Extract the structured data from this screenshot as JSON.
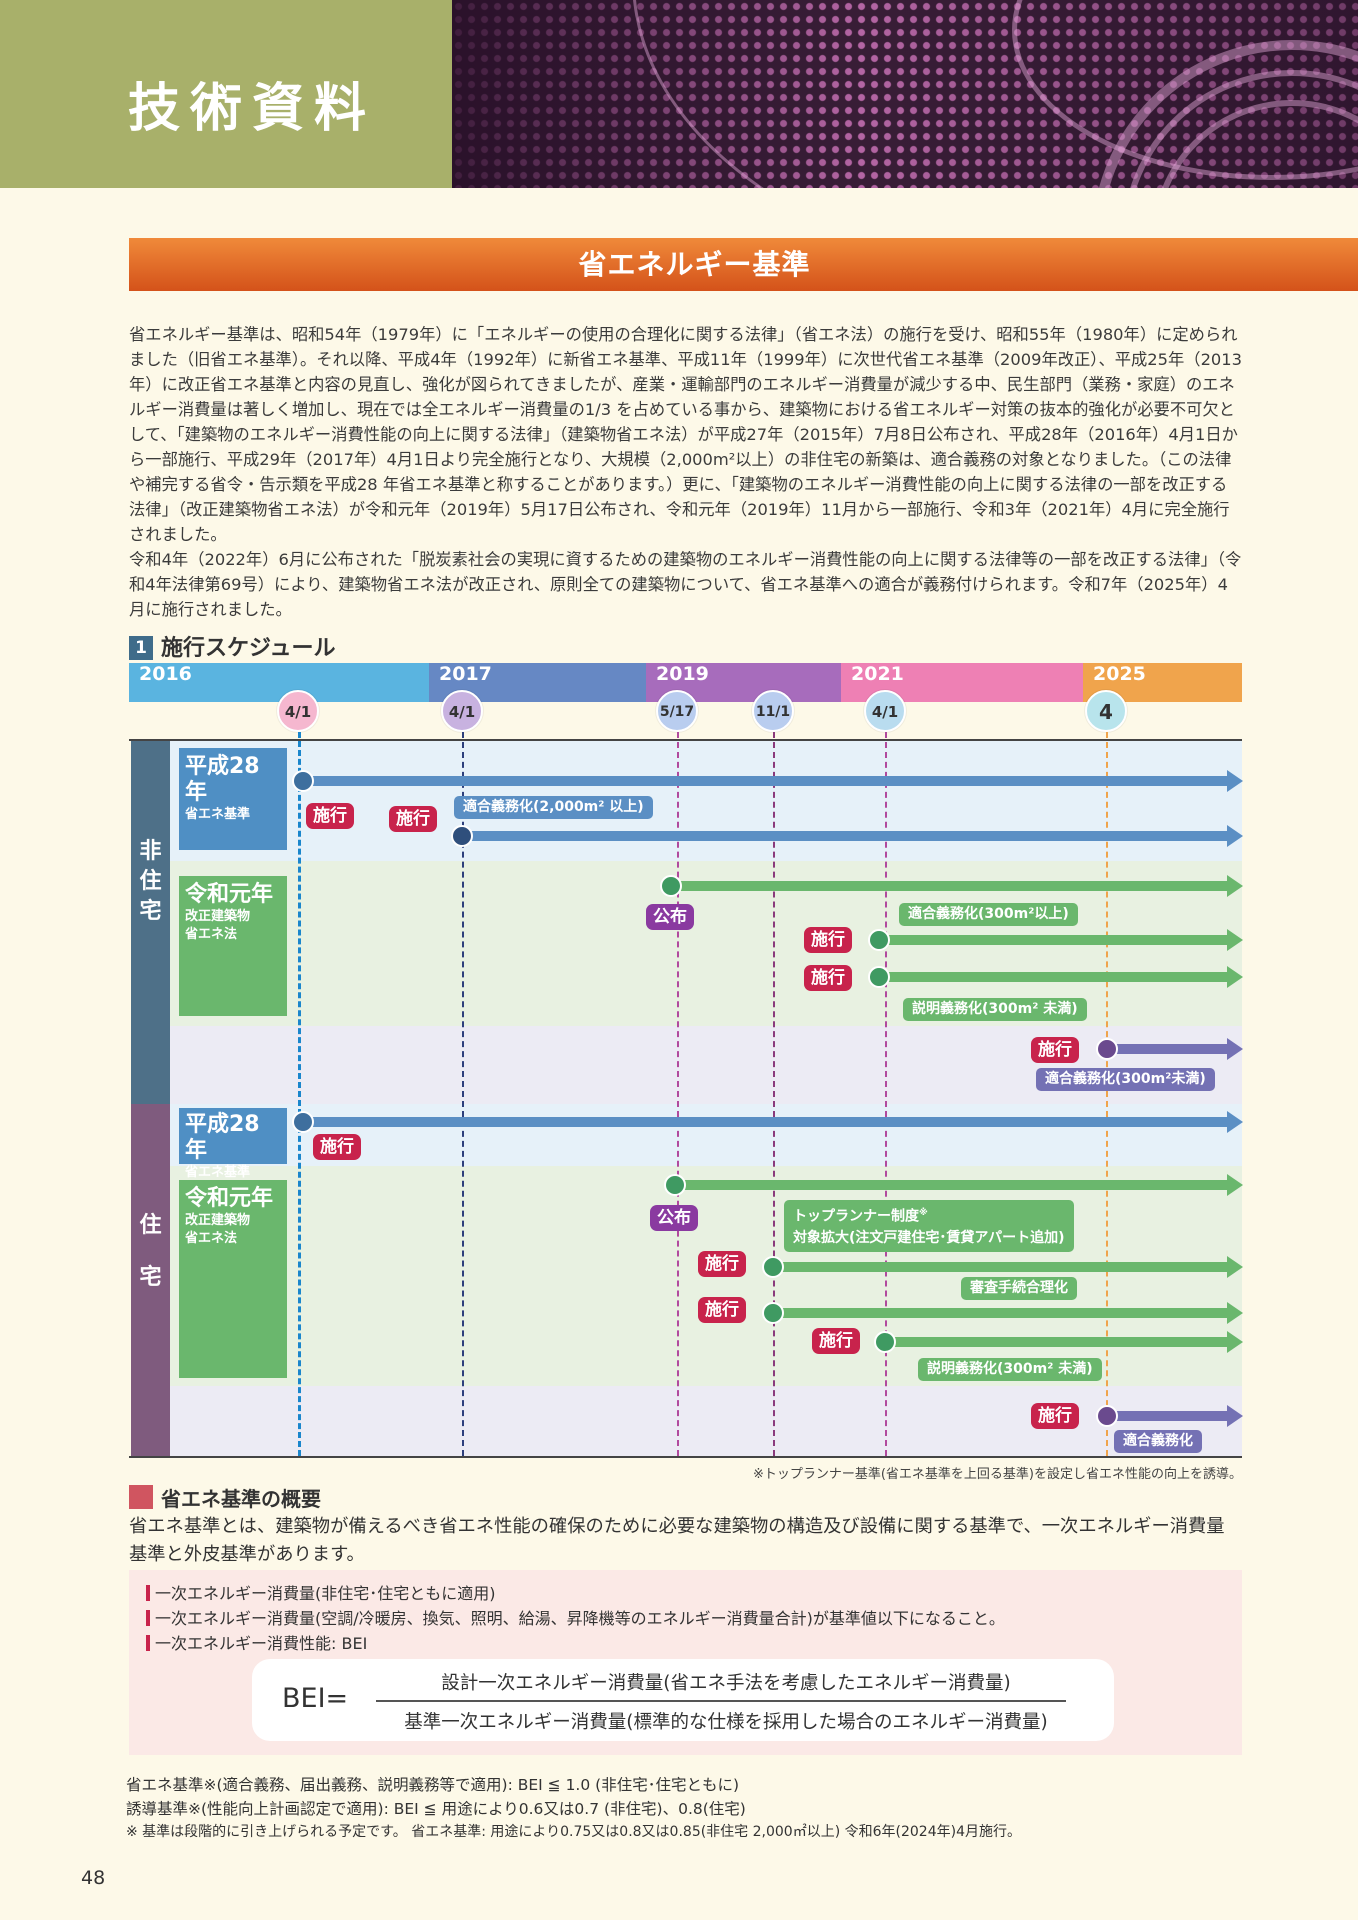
{
  "header": {
    "title": "技術資料"
  },
  "section": {
    "title": "省エネルギー基準"
  },
  "intro": [
    "省エネルギー基準は、昭和54年（1979年）に「エネルギーの使用の合理化に関する法律」（省エネ法）の施行を受け、昭和55年（1980年）に定められました（旧省エネ基準）。それ以降、平成4年（1992年）に新省エネ基準、平成11年（1999年）に次世代省エネ基準（2009年改正）、平成25年（2013年）に改正省エネ基準と内容の見直し、強化が図られてきましたが、産業・運輸部門のエネルギー消費量が減少する中、民生部門（業務・家庭）のエネルギー消費量は著しく増加し、現在では全エネルギー消費量の1/3 を占めている事から、建築物における省エネルギー対策の抜本的強化が必要不可欠として、「建築物のエネルギー消費性能の向上に関する法律」（建築物省エネ法）が平成27年（2015年）7月8日公布され、平成28年（2016年）4月1日から一部施行、平成29年（2017年）4月1日より完全施行となり、大規模（2,000m²以上）の非住宅の新築は、適合義務の対象となりました。（この法律や補完する省令・告示類を平成28 年省エネ基準と称することがあります。）更に、「建築物のエネルギー消費性能の向上に関する法律の一部を改正する法律」（改正建築物省エネ法）が令和元年（2019年）5月17日公布され、令和元年（2019年）11月から一部施行、令和3年（2021年）4月に完全施行されました。",
    "令和4年（2022年）6月に公布された「脱炭素社会の実現に資するための建築物のエネルギー消費性能の向上に関する法律等の一部を改正する法律」（令和4年法律第69号）により、建築物省エネ法が改正され、原則全ての建築物について、省エネ基準への適合が義務付けられます。令和7年（2025年）4月に施行されました。"
  ],
  "schedule": {
    "num": "1",
    "title": "施行スケジュール",
    "years": [
      {
        "label": "2016",
        "color": "#5ab4e0"
      },
      {
        "label": "2017",
        "color": "#6688c4"
      },
      {
        "label": "2019",
        "color": "#a76cbc"
      },
      {
        "label": "2021",
        "color": "#ee80b4"
      },
      {
        "label": "2025",
        "color": "#f0a44c"
      }
    ],
    "dates": [
      "4/1",
      "4/1",
      "5/17",
      "11/1",
      "4/1",
      "4"
    ],
    "groups": {
      "nonres": "非住宅",
      "res": "住宅"
    },
    "laws": {
      "h28_title": "平成28年",
      "h28_sub": "省エネ基準",
      "r1_title": "令和元年",
      "r1_sub1": "改正建築物",
      "r1_sub2": "省エネ法"
    },
    "tags": {
      "enforce": "施行",
      "publish": "公布"
    },
    "labels": {
      "nr_fit2000": "適合義務化(2,000m² 以上)",
      "nr_fit300": "適合義務化(300m²以上)",
      "nr_explain": "説明義務化(300m² 未満)",
      "nr_fit300u": "適合義務化(300m²未満)",
      "r_toprunner1": "トップランナー制度",
      "r_toprunner_mark": "※",
      "r_toprunner2": "対象拡大(注文戸建住宅･賃貸アパート追加)",
      "r_review": "審査手続合理化",
      "r_explain": "説明義務化(300m² 未満)",
      "r_fit": "適合義務化"
    },
    "footnote": "※トップランナー基準(省エネ基準を上回る基準)を設定し省エネ性能の向上を誘導。"
  },
  "overview": {
    "title": "省エネ基準の概要",
    "text": "省エネ基準とは、建築物が備えるべき省エネ性能の確保のために必要な建築物の構造及び設備に関する基準で、一次エネルギー消費量基準と外皮基準があります。",
    "bullets": [
      "一次エネルギー消費量(非住宅･住宅ともに適用)",
      "一次エネルギー消費量(空調/冷暖房、換気、照明、給湯、昇降機等のエネルギー消費量合計)が基準値以下になること。",
      "一次エネルギー消費性能: BEI"
    ],
    "formula": {
      "lhs": "BEI=",
      "numerator": "設計一次エネルギー消費量(省エネ手法を考慮したエネルギー消費量)",
      "denominator": "基準一次エネルギー消費量(標準的な仕様を採用した場合のエネルギー消費量)"
    },
    "notes": [
      "省エネ基準※(適合義務、届出義務、説明義務等で適用): BEI ≦ 1.0 (非住宅･住宅ともに)",
      "誘導基準※(性能向上計画認定で適用): BEI ≦ 用途により0.6又は0.7 (非住宅)、0.8(住宅)",
      "※ 基準は段階的に引き上げられる予定です。 省エネ基準: 用途により0.75又は0.8又は0.85(非住宅 2,000㎡以上) 令和6年(2024年)4月施行。"
    ]
  },
  "page_number": "48"
}
